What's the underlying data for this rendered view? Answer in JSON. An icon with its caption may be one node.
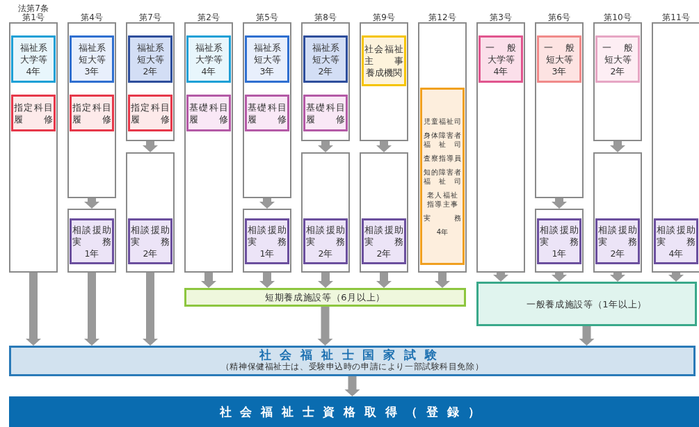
{
  "diagram": {
    "nodes": [
      {
        "text": [
          "法第7条第1号"
        ]
      },
      {
        "text": [
          "福祉系大学等4年"
        ],
        "in": 0
      },
      {
        "text": [
          "指定科目履修"
        ],
        "in": 0
      },
      {
        "text": [
          "第4号"
        ]
      },
      {
        "text": [
          "福祉系短大等3年"
        ],
        "in": 3
      },
      {
        "text": [
          "指定科目履修"
        ],
        "in": 3
      },
      {
        "text": [],
        "shape": "box"
      },
      {
        "text": [
          "相談援助実務",
          "1年"
        ],
        "in": 6
      },
      {
        "text": [
          "第7号"
        ]
      },
      {
        "text": [
          "福祉系短大等2年"
        ],
        "in": 8
      },
      {
        "text": [
          "指定科目履修"
        ],
        "in": 8
      },
      {
        "text": [],
        "shape": "box"
      },
      {
        "text": [
          "相談援助実務",
          "2年"
        ],
        "in": 11
      },
      {
        "text": [
          "第2号"
        ]
      },
      {
        "text": [
          "福祉系大学等4年"
        ],
        "in": 13
      },
      {
        "text": [
          "基礎科目履修"
        ],
        "in": 13
      },
      {
        "text": [
          "第5号"
        ]
      },
      {
        "text": [
          "福祉系短大等3年"
        ],
        "in": 16
      },
      {
        "text": [
          "基礎科目履修"
        ],
        "in": 16
      },
      {
        "text": [],
        "shape": "box"
      },
      {
        "text": [
          "相談援助実務",
          "1年"
        ],
        "in": 19
      },
      {
        "text": [
          "第8号"
        ]
      },
      {
        "text": [
          "福祉系短大等2年"
        ],
        "in": 21
      },
      {
        "text": [
          "基礎科目履修"
        ],
        "in": 21
      },
      {
        "text": [],
        "shape": "box"
      },
      {
        "text": [
          "相談援助実務",
          "2年"
        ],
        "in": 24
      },
      {
        "text": [
          "第9号"
        ]
      },
      {
        "text": [
          "社会福祉主事",
          "養成機関"
        ],
        "in": 26
      },
      {
        "text": [],
        "shape": "box"
      },
      {
        "text": [
          "相談援助実務",
          "2年"
        ],
        "in": 28
      },
      {
        "text": [
          "第12号"
        ]
      },
      {
        "text": [
          "児童福祉司",
          "身体障害者福祉司",
          "査察指導員",
          "知的障害者福祉司",
          "老人福祉指導主事",
          "実務",
          "4年"
        ],
        "in": 30
      },
      {
        "text": [
          "第3号"
        ]
      },
      {
        "text": [
          "一般",
          "大学等4年"
        ],
        "in": 32
      },
      {
        "text": [
          "第6号"
        ]
      },
      {
        "text": [
          "一般",
          "短大等3年"
        ],
        "in": 34
      },
      {
        "text": [],
        "shape": "box"
      },
      {
        "text": [
          "相談援助実務",
          "1年"
        ],
        "in": 36
      },
      {
        "text": [
          "第10号"
        ]
      },
      {
        "text": [
          "一般",
          "短大等2年"
        ],
        "in": 38
      },
      {
        "text": [],
        "shape": "box"
      },
      {
        "text": [
          "相談援助実務",
          "2年"
        ],
        "in": 40
      },
      {
        "text": [
          "第11号"
        ]
      },
      {
        "text": [
          "相談援助実務",
          "4年"
        ],
        "in": 42
      },
      {
        "text": [
          "短期養成施設等（6月以上）"
        ]
      },
      {
        "text": [
          "一般養成施設等（1年以上）"
        ]
      },
      {
        "text": [
          "社会福祉士国家試験",
          "（精神保健福祉士は、受験申込時の申請により一部試験科目免除）"
        ]
      },
      {
        "text": [
          "社会福祉士資格取得（登録）"
        ]
      }
    ],
    "edges": [
      {
        "from": 3,
        "to": 6,
        "arrow": "to"
      },
      {
        "from": 8,
        "to": 11,
        "arrow": "to"
      },
      {
        "from": 16,
        "to": 19,
        "arrow": "to"
      },
      {
        "from": 21,
        "to": 24,
        "arrow": "to"
      },
      {
        "from": 26,
        "to": 28,
        "arrow": "to"
      },
      {
        "from": 34,
        "to": 36,
        "arrow": "to"
      },
      {
        "from": 38,
        "to": 40,
        "arrow": "to"
      },
      {
        "from": 0,
        "to": 46,
        "arrow": "to"
      },
      {
        "from": 6,
        "to": 46,
        "arrow": "to"
      },
      {
        "from": 11,
        "to": 46,
        "arrow": "to"
      },
      {
        "from": 13,
        "to": 44,
        "arrow": "to"
      },
      {
        "from": 19,
        "to": 44,
        "arrow": "to"
      },
      {
        "from": 24,
        "to": 44,
        "arrow": "to"
      },
      {
        "from": 28,
        "to": 44,
        "arrow": "to"
      },
      {
        "from": 30,
        "to": 44,
        "arrow": "to"
      },
      {
        "from": 32,
        "to": 45,
        "arrow": "to"
      },
      {
        "from": 36,
        "to": 45,
        "arrow": "to"
      },
      {
        "from": 40,
        "to": 45,
        "arrow": "to"
      },
      {
        "from": 42,
        "to": 45,
        "arrow": "to"
      },
      {
        "from": 44,
        "to": 46,
        "arrow": "to"
      },
      {
        "from": 45,
        "to": 46,
        "arrow": "to"
      },
      {
        "from": 46,
        "to": 47,
        "arrow": "to"
      }
    ]
  }
}
